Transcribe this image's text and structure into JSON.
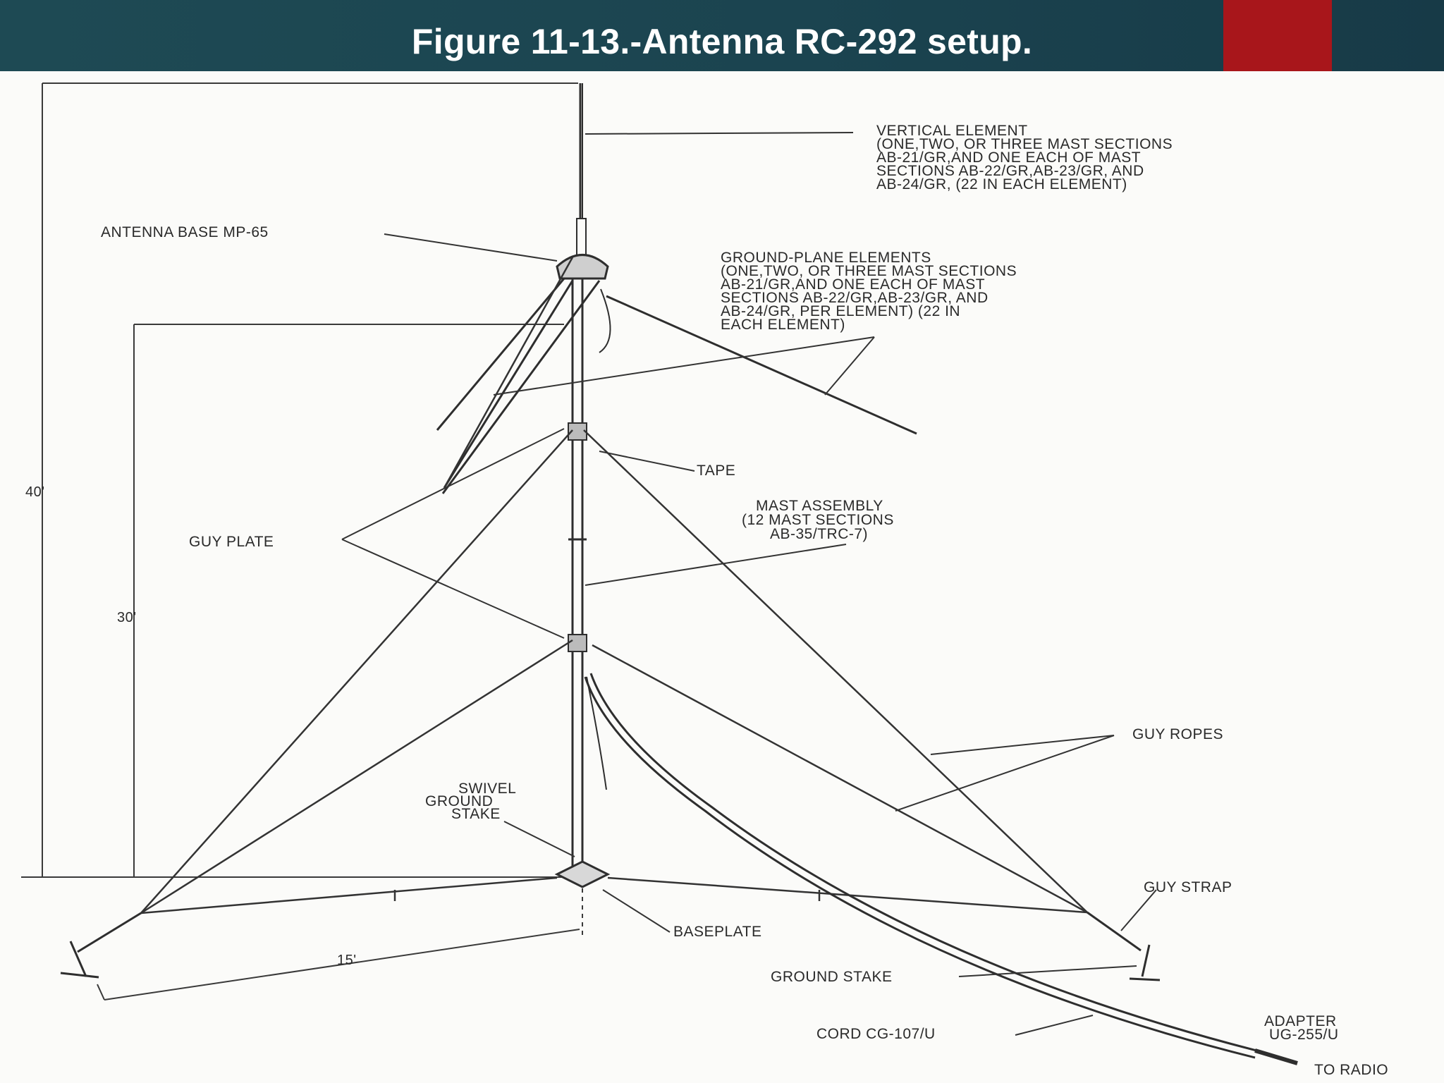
{
  "header": {
    "title": "Figure 11-13.-Antenna RC-292 setup."
  },
  "colors": {
    "header_bg": "#1b4450",
    "accent": "#a8161b",
    "ink": "#2a2a2a"
  },
  "diagram": {
    "labels": {
      "vertical_element": [
        "VERTICAL ELEMENT",
        "(ONE,TWO, OR THREE MAST SECTIONS",
        "AB-21/GR,AND ONE EACH OF MAST",
        "SECTIONS AB-22/GR,AB-23/GR, AND",
        "AB-24/GR, (22 IN EACH ELEMENT)"
      ],
      "antenna_base": "ANTENNA BASE MP-65",
      "ground_plane": [
        "GROUND-PLANE ELEMENTS",
        "(ONE,TWO, OR THREE MAST SECTIONS",
        "AB-21/GR,AND ONE EACH OF MAST",
        "SECTIONS AB-22/GR,AB-23/GR, AND",
        "AB-24/GR, PER ELEMENT) (22 IN",
        "EACH ELEMENT)"
      ],
      "tape": "TAPE",
      "mast_assembly": [
        "MAST ASSEMBLY",
        "(12 MAST SECTIONS",
        "AB-35/TRC-7)"
      ],
      "guy_plate": "GUY PLATE",
      "guy_ropes": "GUY ROPES",
      "swivel_ground_stake": [
        "SWIVEL",
        "GROUND",
        "STAKE"
      ],
      "guy_strap": "GUY STRAP",
      "baseplate": "BASEPLATE",
      "ground_stake": "GROUND STAKE",
      "cord": "CORD CG-107/U",
      "adapter": [
        "ADAPTER",
        "UG-255/U"
      ],
      "to_radio": "TO RADIO"
    },
    "dimensions": {
      "height_total": "40'",
      "height_guy": "30'",
      "radius": "15'"
    }
  }
}
